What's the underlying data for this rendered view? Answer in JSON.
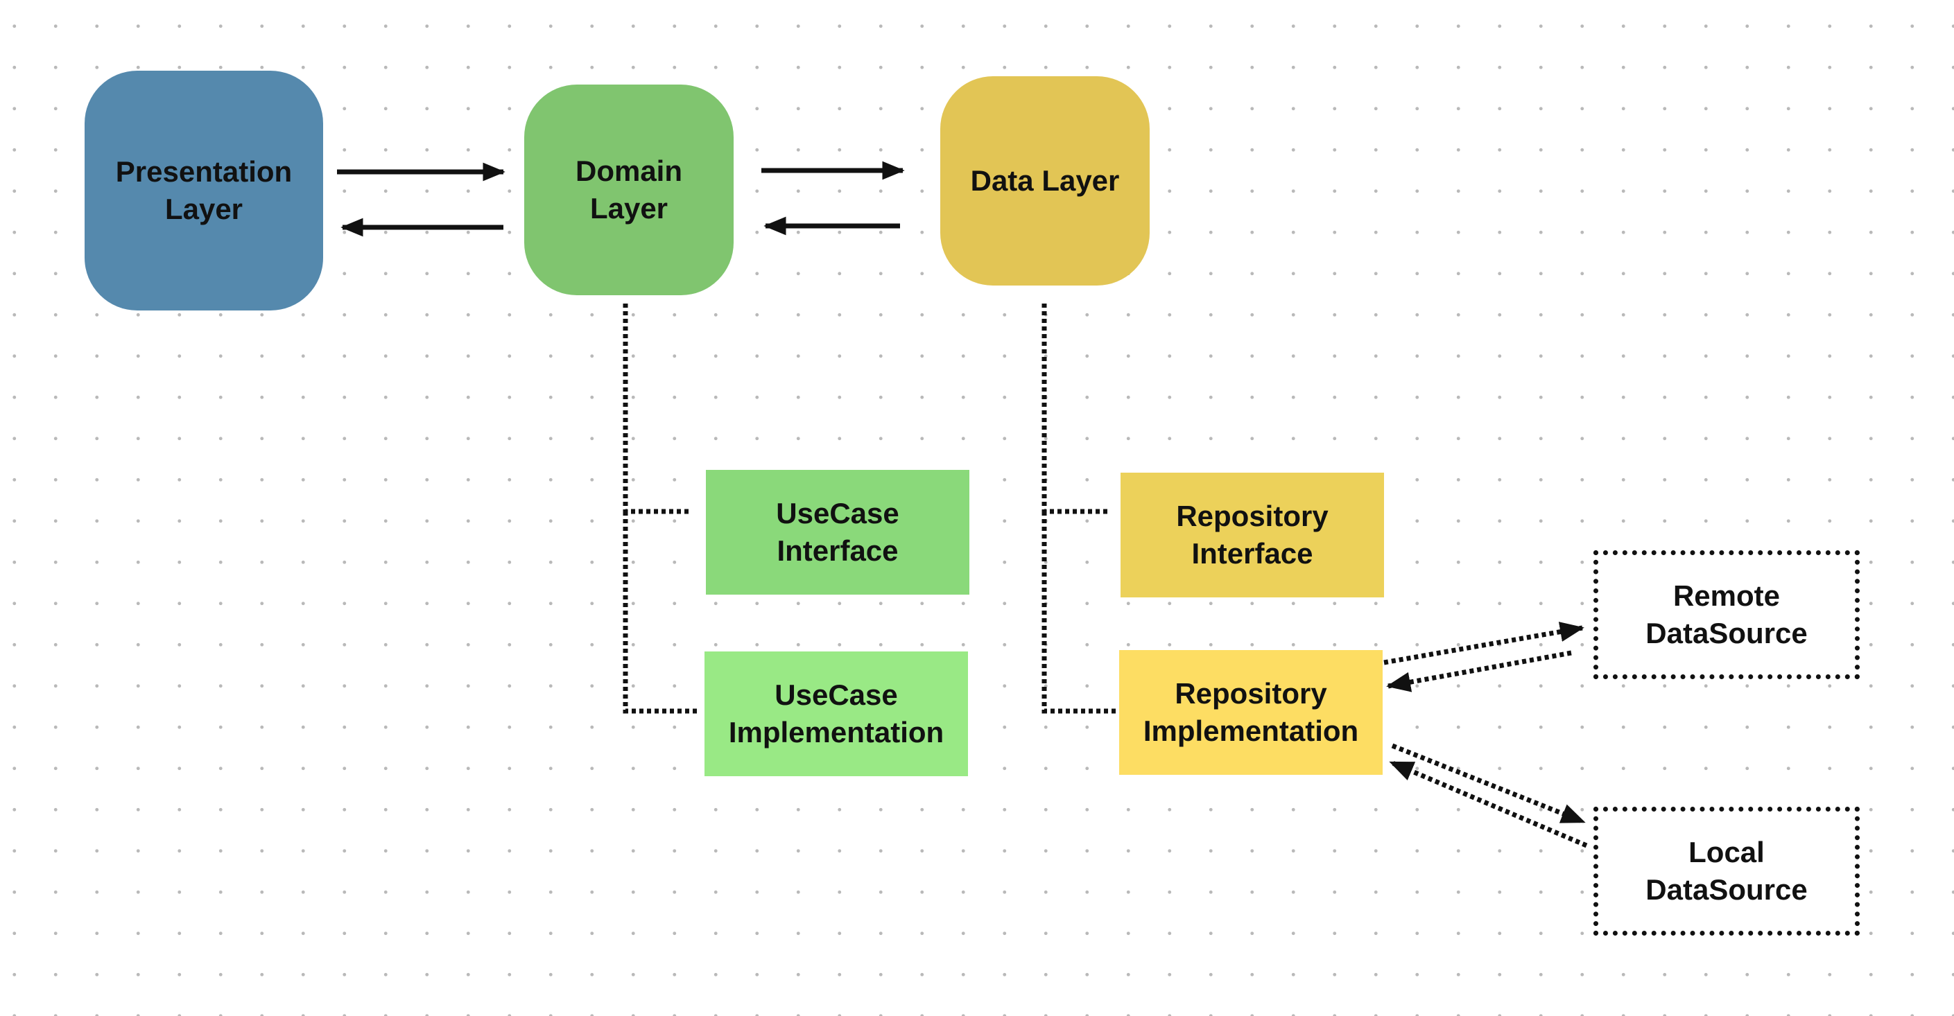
{
  "diagram": {
    "layers": {
      "presentation": {
        "label": "Presentation Layer",
        "color": "#5589ad"
      },
      "domain": {
        "label": "Domain Layer",
        "color": "#80c56f"
      },
      "data": {
        "label": "Data Layer",
        "color": "#e2c555"
      }
    },
    "components": {
      "usecase_interface": {
        "label": "UseCase Interface",
        "color": "#8ad97a"
      },
      "usecase_implementation": {
        "label": "UseCase Implementation",
        "color": "#99e985"
      },
      "repository_interface": {
        "label": "Repository Interface",
        "color": "#ecd15a"
      },
      "repository_implementation": {
        "label": "Repository Implementation",
        "color": "#fddd63"
      }
    },
    "datasources": {
      "remote": {
        "label": "Remote DataSource"
      },
      "local": {
        "label": "Local DataSource"
      }
    },
    "connections": [
      {
        "from": "presentation",
        "to": "domain",
        "style": "solid"
      },
      {
        "from": "domain",
        "to": "presentation",
        "style": "solid"
      },
      {
        "from": "domain",
        "to": "data",
        "style": "solid"
      },
      {
        "from": "data",
        "to": "domain",
        "style": "solid"
      },
      {
        "from": "domain",
        "to": "usecase_interface",
        "style": "dotted"
      },
      {
        "from": "domain",
        "to": "usecase_implementation",
        "style": "dotted"
      },
      {
        "from": "data",
        "to": "repository_interface",
        "style": "dotted"
      },
      {
        "from": "data",
        "to": "repository_implementation",
        "style": "dotted"
      },
      {
        "from": "repository_implementation",
        "to": "remote",
        "style": "dotted"
      },
      {
        "from": "remote",
        "to": "repository_implementation",
        "style": "dotted"
      },
      {
        "from": "repository_implementation",
        "to": "local",
        "style": "dotted"
      },
      {
        "from": "local",
        "to": "repository_implementation",
        "style": "dotted"
      }
    ]
  }
}
